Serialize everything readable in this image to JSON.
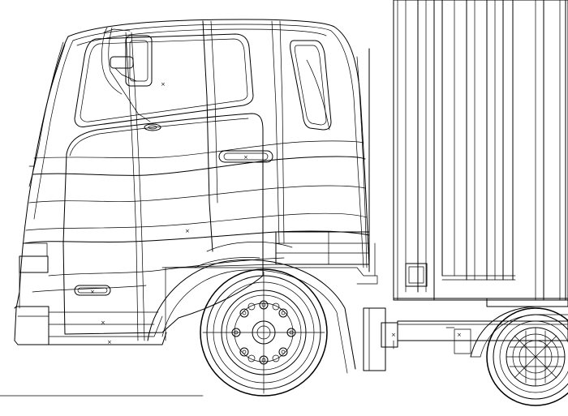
{
  "view": {
    "background": "#ffffff",
    "line_color": "#000000",
    "style": "wireframe line drawing"
  },
  "subject": {
    "parts": [
      {
        "name": "cab",
        "icon": "truck-cab"
      },
      {
        "name": "cargo-box",
        "icon": "container"
      },
      {
        "name": "front-wheel",
        "icon": "wheel"
      },
      {
        "name": "rear-wheel",
        "icon": "wheel"
      },
      {
        "name": "door",
        "icon": "door"
      },
      {
        "name": "mirror",
        "icon": "mirror"
      }
    ]
  }
}
